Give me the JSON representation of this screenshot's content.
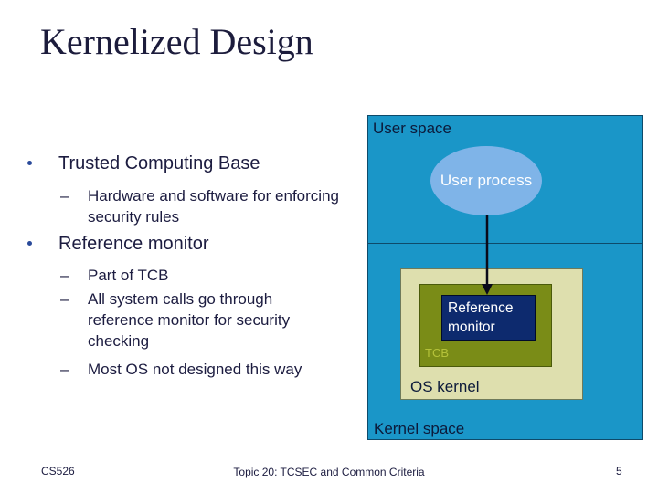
{
  "slide": {
    "title": "Kernelized Design"
  },
  "bullets": {
    "tcb": "Trusted Computing Base",
    "tcb_sub": "Hardware and software for enforcing security rules",
    "refmon": "Reference monitor",
    "refmon_sub1": "Part of TCB",
    "refmon_sub2": "All system calls go through reference monitor for security checking",
    "refmon_sub3": "Most OS not designed this way",
    "dash": "–"
  },
  "diagram": {
    "user_space": "User space",
    "user_process": "User process",
    "reference_monitor": "Reference monitor",
    "tcb": "TCB",
    "os_kernel": "OS kernel",
    "kernel_space": "Kernel space",
    "colors": {
      "outer": "#1a96c8",
      "ellipse": "#7fb4e8",
      "os_kernel": "#dedfae",
      "tcb": "#7a8c17",
      "ref_monitor": "#0d2a6e"
    }
  },
  "footer": {
    "course": "CS526",
    "topic": "Topic 20: TCSEC and Common Criteria",
    "page_number": "5"
  }
}
